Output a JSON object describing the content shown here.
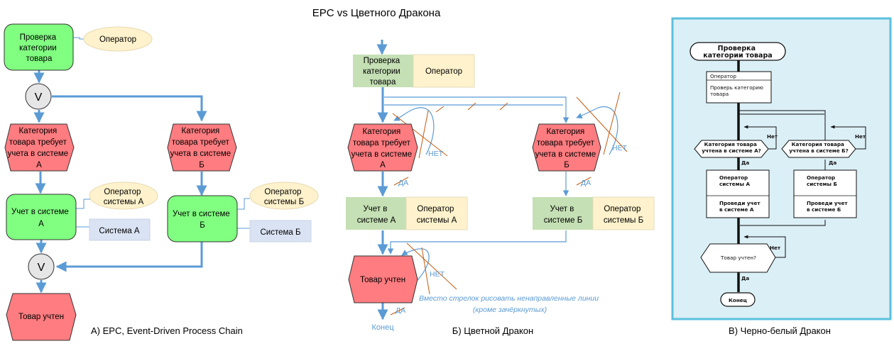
{
  "title": "EPC vs Цветного Дракона",
  "colors": {
    "epc_function": "#80ff80",
    "epc_event": "#ff7c80",
    "role_fill": "#fff2cc",
    "system_fill": "#dae3f3",
    "connector_fill": "#e6e6e6",
    "arrow": "#5b9bd5",
    "strike": "#c55a11",
    "drakon_action": "#c5e0b4",
    "bw_panel_bg": "#dbeff6",
    "bw_panel_border": "#5bc0de"
  },
  "epc": {
    "caption": "А) EPC, Event-Driven Process Chain",
    "function_check": [
      "Проверка",
      "категории",
      "товара"
    ],
    "role_operator": "Оператор",
    "xor1": "V",
    "event_a": [
      "Категория",
      "товара требует",
      "учета в системе",
      "А"
    ],
    "event_b": [
      "Категория",
      "товара требует",
      "учета в системе",
      "Б"
    ],
    "function_a": [
      "Учет в системе",
      "А"
    ],
    "function_b": [
      "Учет в системе",
      "Б"
    ],
    "role_a": [
      "Оператор",
      "системы А"
    ],
    "role_b": [
      "Оператор",
      "системы Б"
    ],
    "system_a": "Система А",
    "system_b": "Система Б",
    "xor2": "V",
    "event_done": "Товар учтен"
  },
  "color_drakon": {
    "caption": "Б) Цветной Дракон",
    "action_check": [
      "Проверка",
      "категории",
      "товара"
    ],
    "role_check": "Оператор",
    "question_a": [
      "Категория",
      "товара требует",
      "учета в системе",
      "А"
    ],
    "question_b": [
      "Категория",
      "товара требует",
      "учета в системе",
      "Б"
    ],
    "no_label": "НЕТ",
    "yes_label": "ДА",
    "action_a": [
      "Учет в",
      "системе А"
    ],
    "role_a": [
      "Оператор",
      "системы А"
    ],
    "action_b": [
      "Учет в",
      "системе Б"
    ],
    "role_b": [
      "Оператор",
      "системы Б"
    ],
    "question_done": "Товар учтен",
    "end_label": "Конец",
    "note": [
      "Вместо стрелок рисовать ненаправленные линии",
      "(кроме зачёркнутых)"
    ]
  },
  "bw_drakon": {
    "caption": "В) Черно-белый Дракон",
    "header": [
      "Проверка",
      "категории товара"
    ],
    "action_role": "Оператор",
    "action_text": [
      "Проверь категорию",
      "товара"
    ],
    "question_a": [
      "Категория товара",
      "учтена в системе А?"
    ],
    "question_b": [
      "Категория товара",
      "учтена в системе Б?"
    ],
    "no_label": "Нет",
    "yes_label": "Да",
    "role_a": [
      "Оператор",
      "системы А"
    ],
    "text_a": [
      "Проведи учет",
      "в системе А"
    ],
    "role_b": [
      "Оператор",
      "системы Б"
    ],
    "text_b": [
      "Проведи учет",
      "в системе Б"
    ],
    "question_done": "Товар учтен?",
    "end_label": "Конец"
  }
}
